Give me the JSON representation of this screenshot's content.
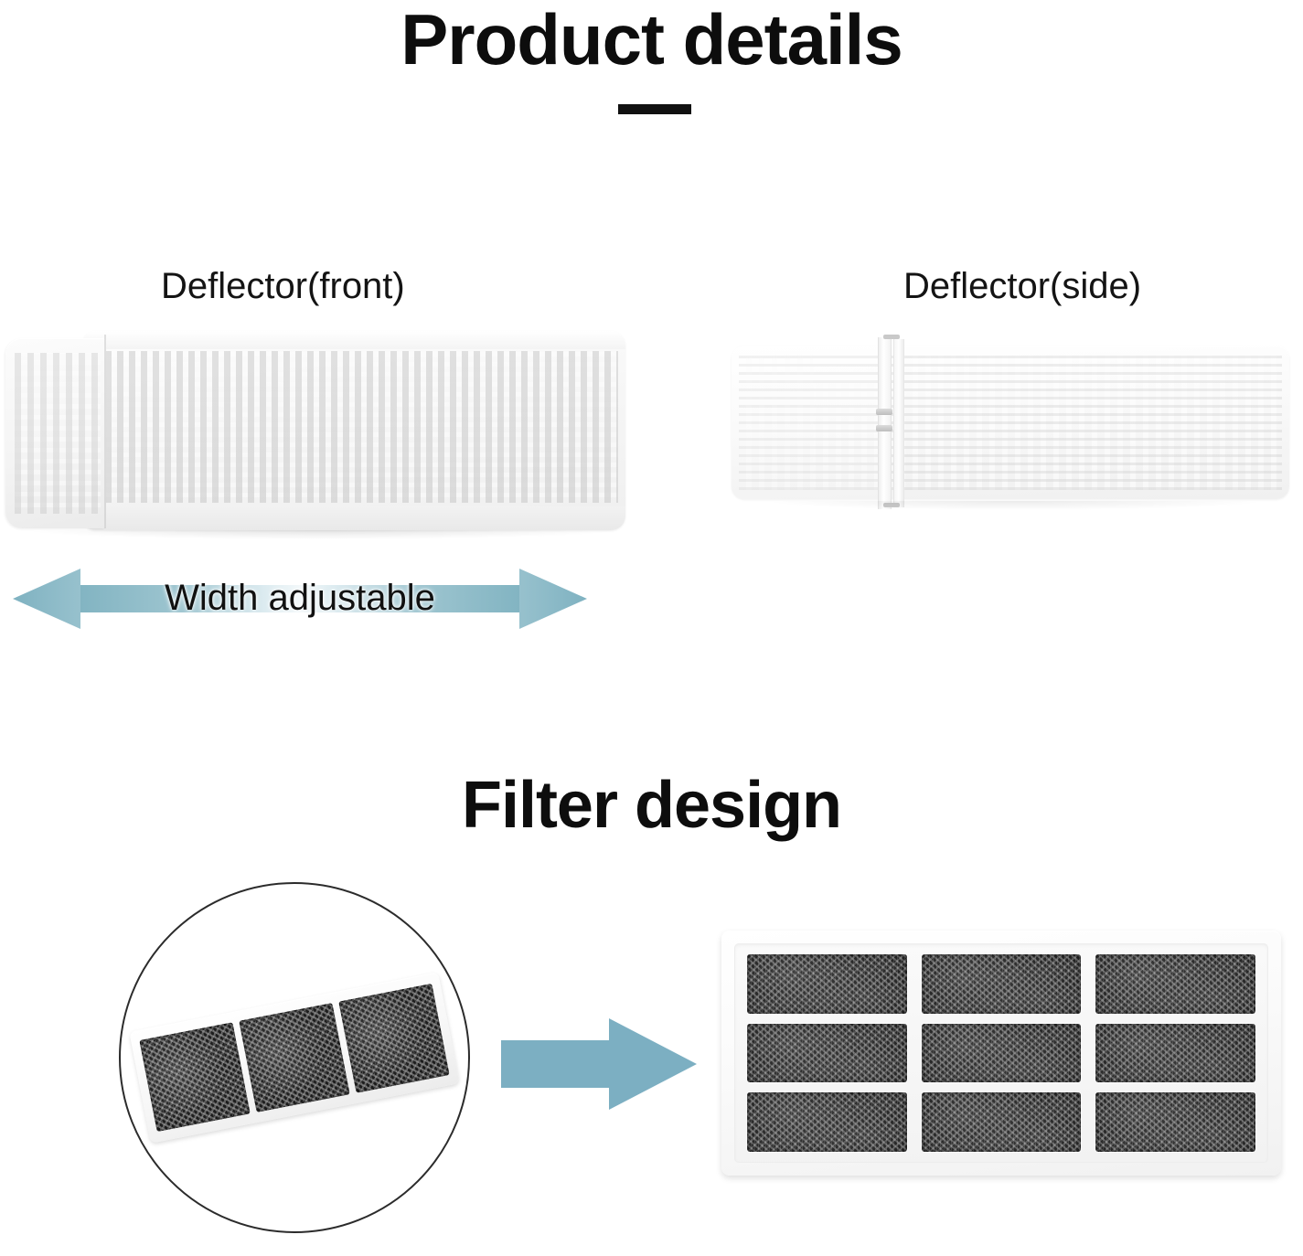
{
  "page": {
    "title": "Product details",
    "title_rule": "horizontal-rule"
  },
  "products": {
    "front": {
      "label": "Deflector(front)",
      "image_name": "deflector-front-photo"
    },
    "side": {
      "label": "Deflector(side)",
      "image_name": "deflector-side-photo"
    },
    "width_callout": {
      "label": "Width adjustable",
      "icon": "double-headed-arrow",
      "color": "#82b4c2"
    }
  },
  "filter_section": {
    "title": "Filter design",
    "inset": {
      "name": "filter-closeup-circle",
      "cell_count": 3,
      "cell_color": "#1d1d1d"
    },
    "arrow": {
      "icon": "right-arrow-icon",
      "color": "#7cafc2"
    },
    "tray": {
      "name": "filter-tray-photo",
      "columns": 3,
      "rows": 3,
      "cell_count": 9,
      "cell_color": "#1f1f1f",
      "frame_color": "#ffffff"
    }
  },
  "colors": {
    "background": "#ffffff",
    "text": "#111111",
    "accent_teal": "#82b4c2"
  }
}
